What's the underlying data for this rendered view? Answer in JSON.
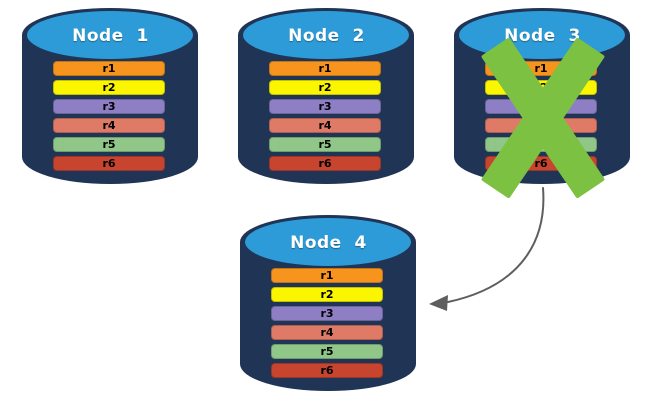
{
  "diagram": {
    "type": "replicated-database-cluster",
    "colors": {
      "cylinder_body": "#203456",
      "cylinder_top_face": "#2D9BD7",
      "cylinder_top_border": "#2276AE",
      "failure_x": "#7CC142",
      "arrow": "#5E5E5E"
    },
    "arrow": {
      "from": "Node 3",
      "to": "Node 4"
    },
    "nodes": [
      {
        "id": "node-1",
        "title": "Node  1",
        "failed": false,
        "rows": [
          {
            "label": "r1",
            "color": "#F7941E"
          },
          {
            "label": "r2",
            "color": "#FBF500"
          },
          {
            "label": "r3",
            "color": "#8E7FC4"
          },
          {
            "label": "r4",
            "color": "#DF7A67"
          },
          {
            "label": "r5",
            "color": "#90C789"
          },
          {
            "label": "r6",
            "color": "#C7452F"
          }
        ]
      },
      {
        "id": "node-2",
        "title": "Node  2",
        "failed": false,
        "rows": [
          {
            "label": "r1",
            "color": "#F7941E"
          },
          {
            "label": "r2",
            "color": "#FBF500"
          },
          {
            "label": "r3",
            "color": "#8E7FC4"
          },
          {
            "label": "r4",
            "color": "#DF7A67"
          },
          {
            "label": "r5",
            "color": "#90C789"
          },
          {
            "label": "r6",
            "color": "#C7452F"
          }
        ]
      },
      {
        "id": "node-3",
        "title": "Node  3",
        "failed": true,
        "rows": [
          {
            "label": "r1",
            "color": "#F7941E"
          },
          {
            "label": "r2",
            "color": "#FBF500"
          },
          {
            "label": "r3",
            "color": "#8E7FC4"
          },
          {
            "label": "r4",
            "color": "#DF7A67"
          },
          {
            "label": "r5",
            "color": "#90C789"
          },
          {
            "label": "r6",
            "color": "#C7452F"
          }
        ]
      },
      {
        "id": "node-4",
        "title": "Node  4",
        "failed": false,
        "rows": [
          {
            "label": "r1",
            "color": "#F7941E"
          },
          {
            "label": "r2",
            "color": "#FBF500"
          },
          {
            "label": "r3",
            "color": "#8E7FC4"
          },
          {
            "label": "r4",
            "color": "#DF7A67"
          },
          {
            "label": "r5",
            "color": "#90C789"
          },
          {
            "label": "r6",
            "color": "#C7452F"
          }
        ]
      }
    ]
  }
}
